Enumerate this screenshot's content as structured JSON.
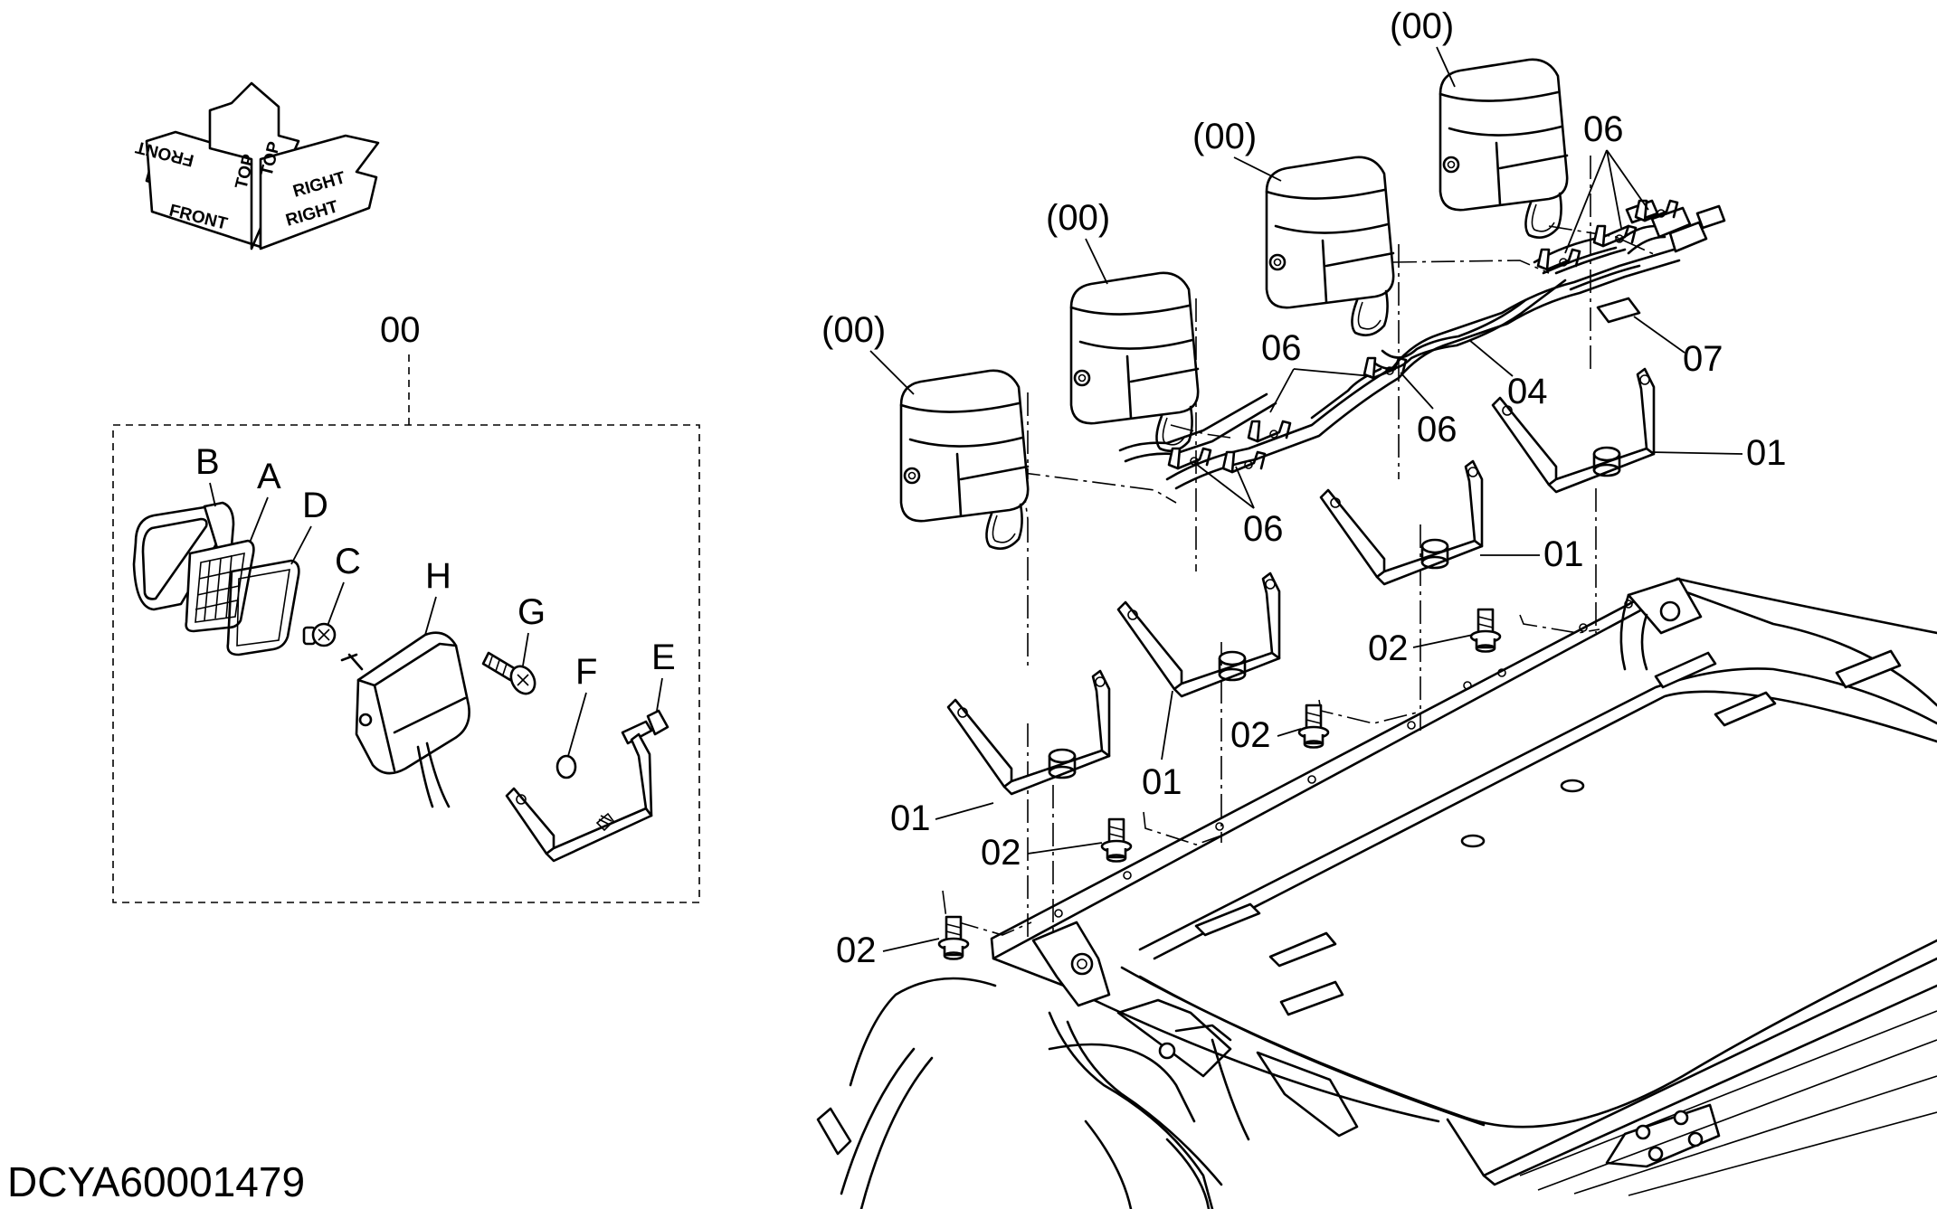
{
  "orientation": {
    "front": "FRONT",
    "top": "TOP",
    "right": "RIGHT"
  },
  "assembly": {
    "label": "00",
    "parts": {
      "a": "A",
      "b": "B",
      "c": "C",
      "d": "D",
      "e": "E",
      "f": "F",
      "g": "G",
      "h": "H"
    }
  },
  "callouts": {
    "lamp": "(00)",
    "bracket": "01",
    "bolt": "02",
    "harness": "04",
    "clip": "06",
    "connector": "07"
  },
  "drawing_code": "DCYA60001479"
}
